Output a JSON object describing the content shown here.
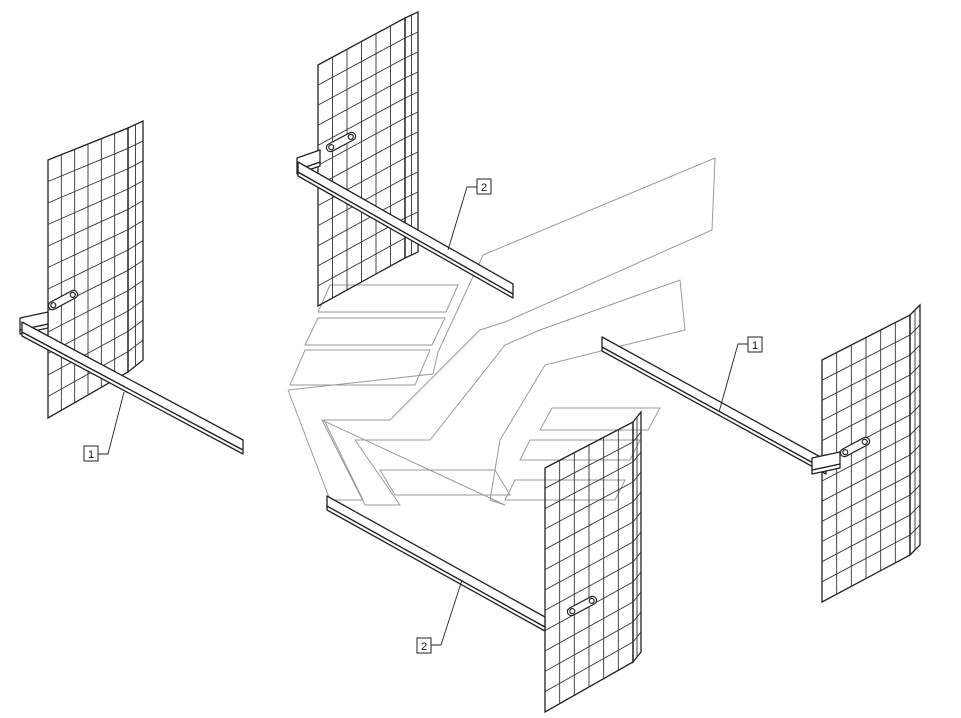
{
  "callouts": [
    {
      "id": "callout-1-left",
      "label": "1"
    },
    {
      "id": "callout-2-top",
      "label": "2"
    },
    {
      "id": "callout-1-right",
      "label": "1"
    },
    {
      "id": "callout-2-bottom",
      "label": "2"
    }
  ],
  "colors": {
    "line": "#222222",
    "watermark": "#9a9a9a",
    "background": "#ffffff"
  }
}
